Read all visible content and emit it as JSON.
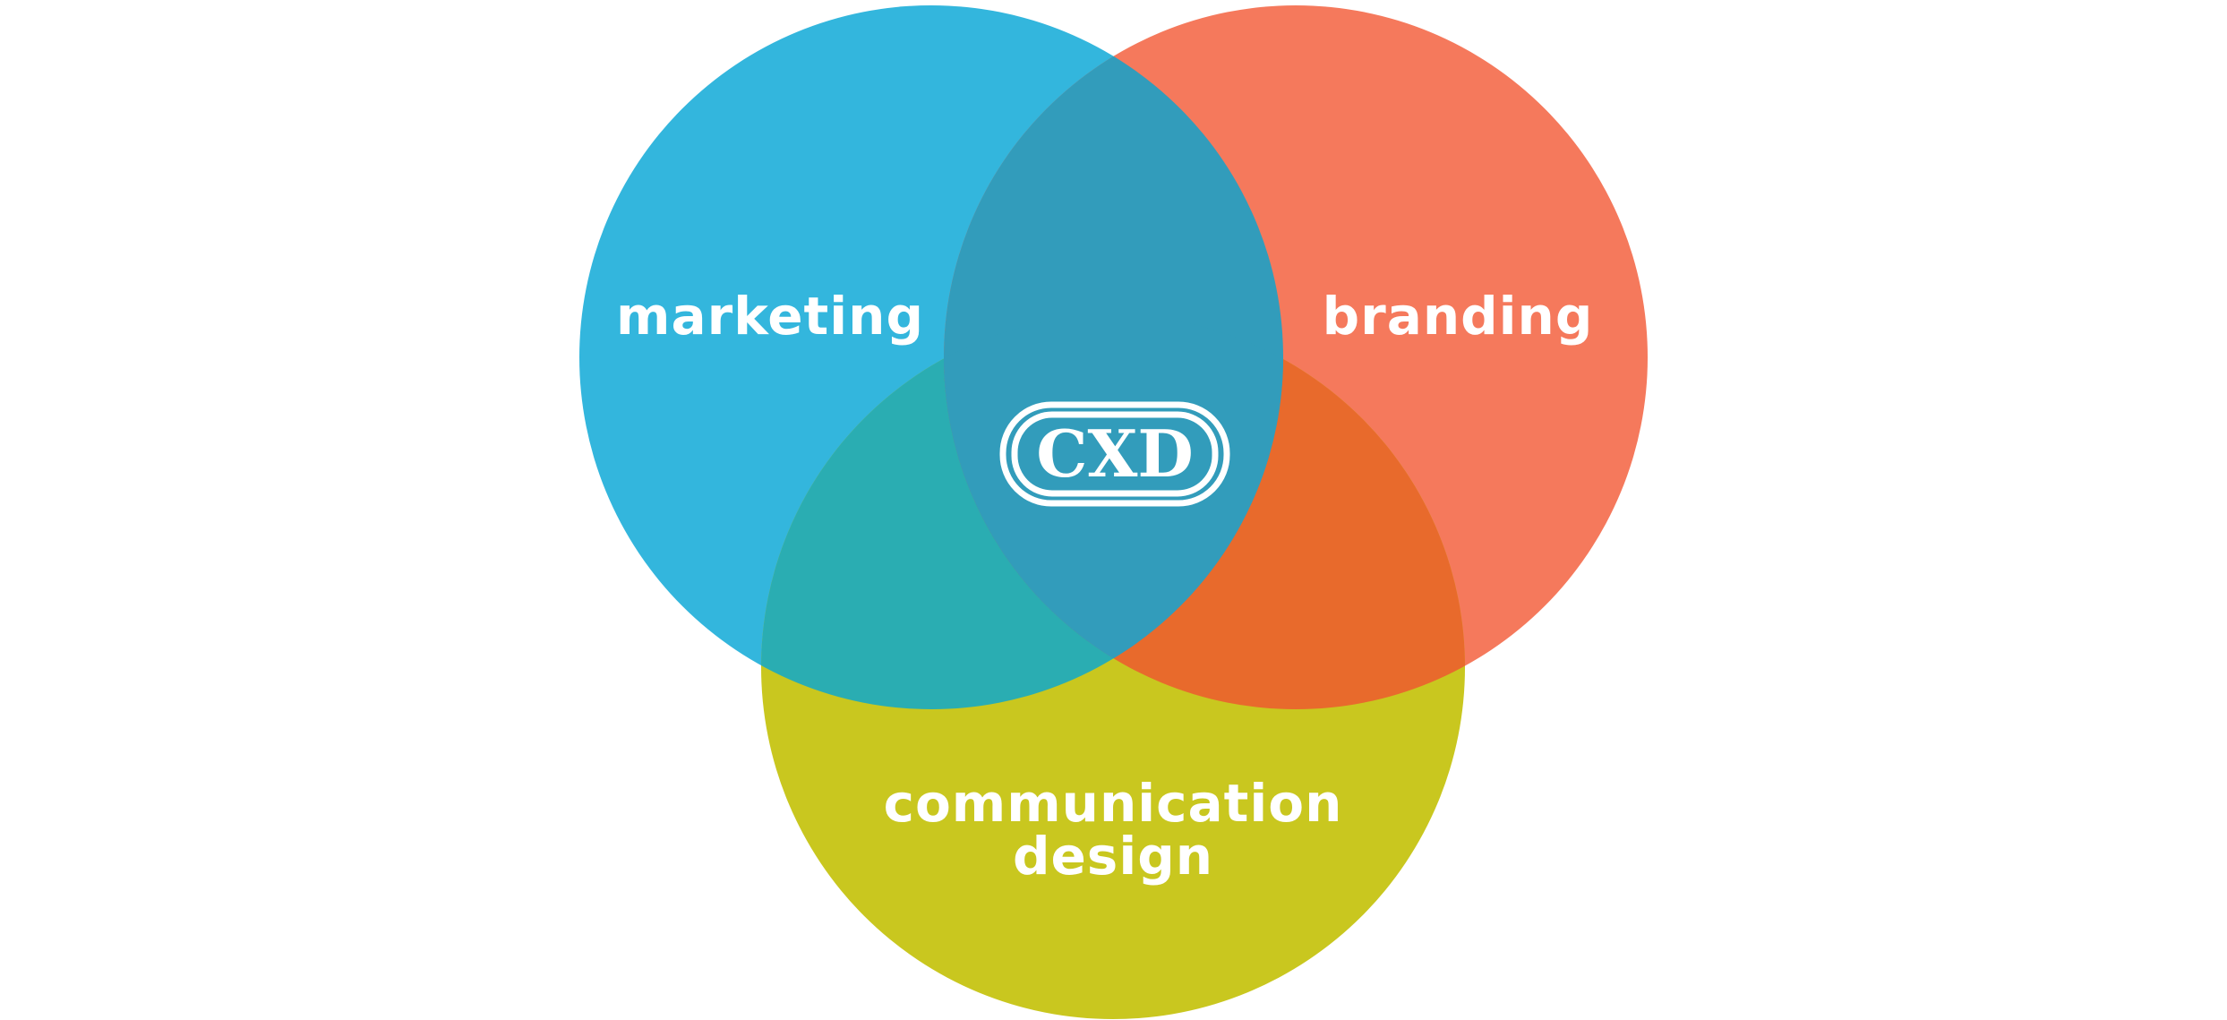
{
  "diagram": {
    "type": "venn",
    "sets": [
      {
        "id": "marketing",
        "label": "marketing",
        "color": "#33b6dd"
      },
      {
        "id": "branding",
        "label": "branding",
        "color": "#f5795c"
      },
      {
        "id": "communication-design",
        "label_lines": [
          "communication",
          "design"
        ],
        "color": "#c9c71f"
      }
    ],
    "overlap_colors": {
      "marketing_branding": "#329cbb",
      "marketing_communication": "#2aadb2",
      "branding_communication": "#e86a2c",
      "center": "#329cbb"
    },
    "center_logo": {
      "text": "CXD",
      "color": "#ffffff"
    }
  }
}
